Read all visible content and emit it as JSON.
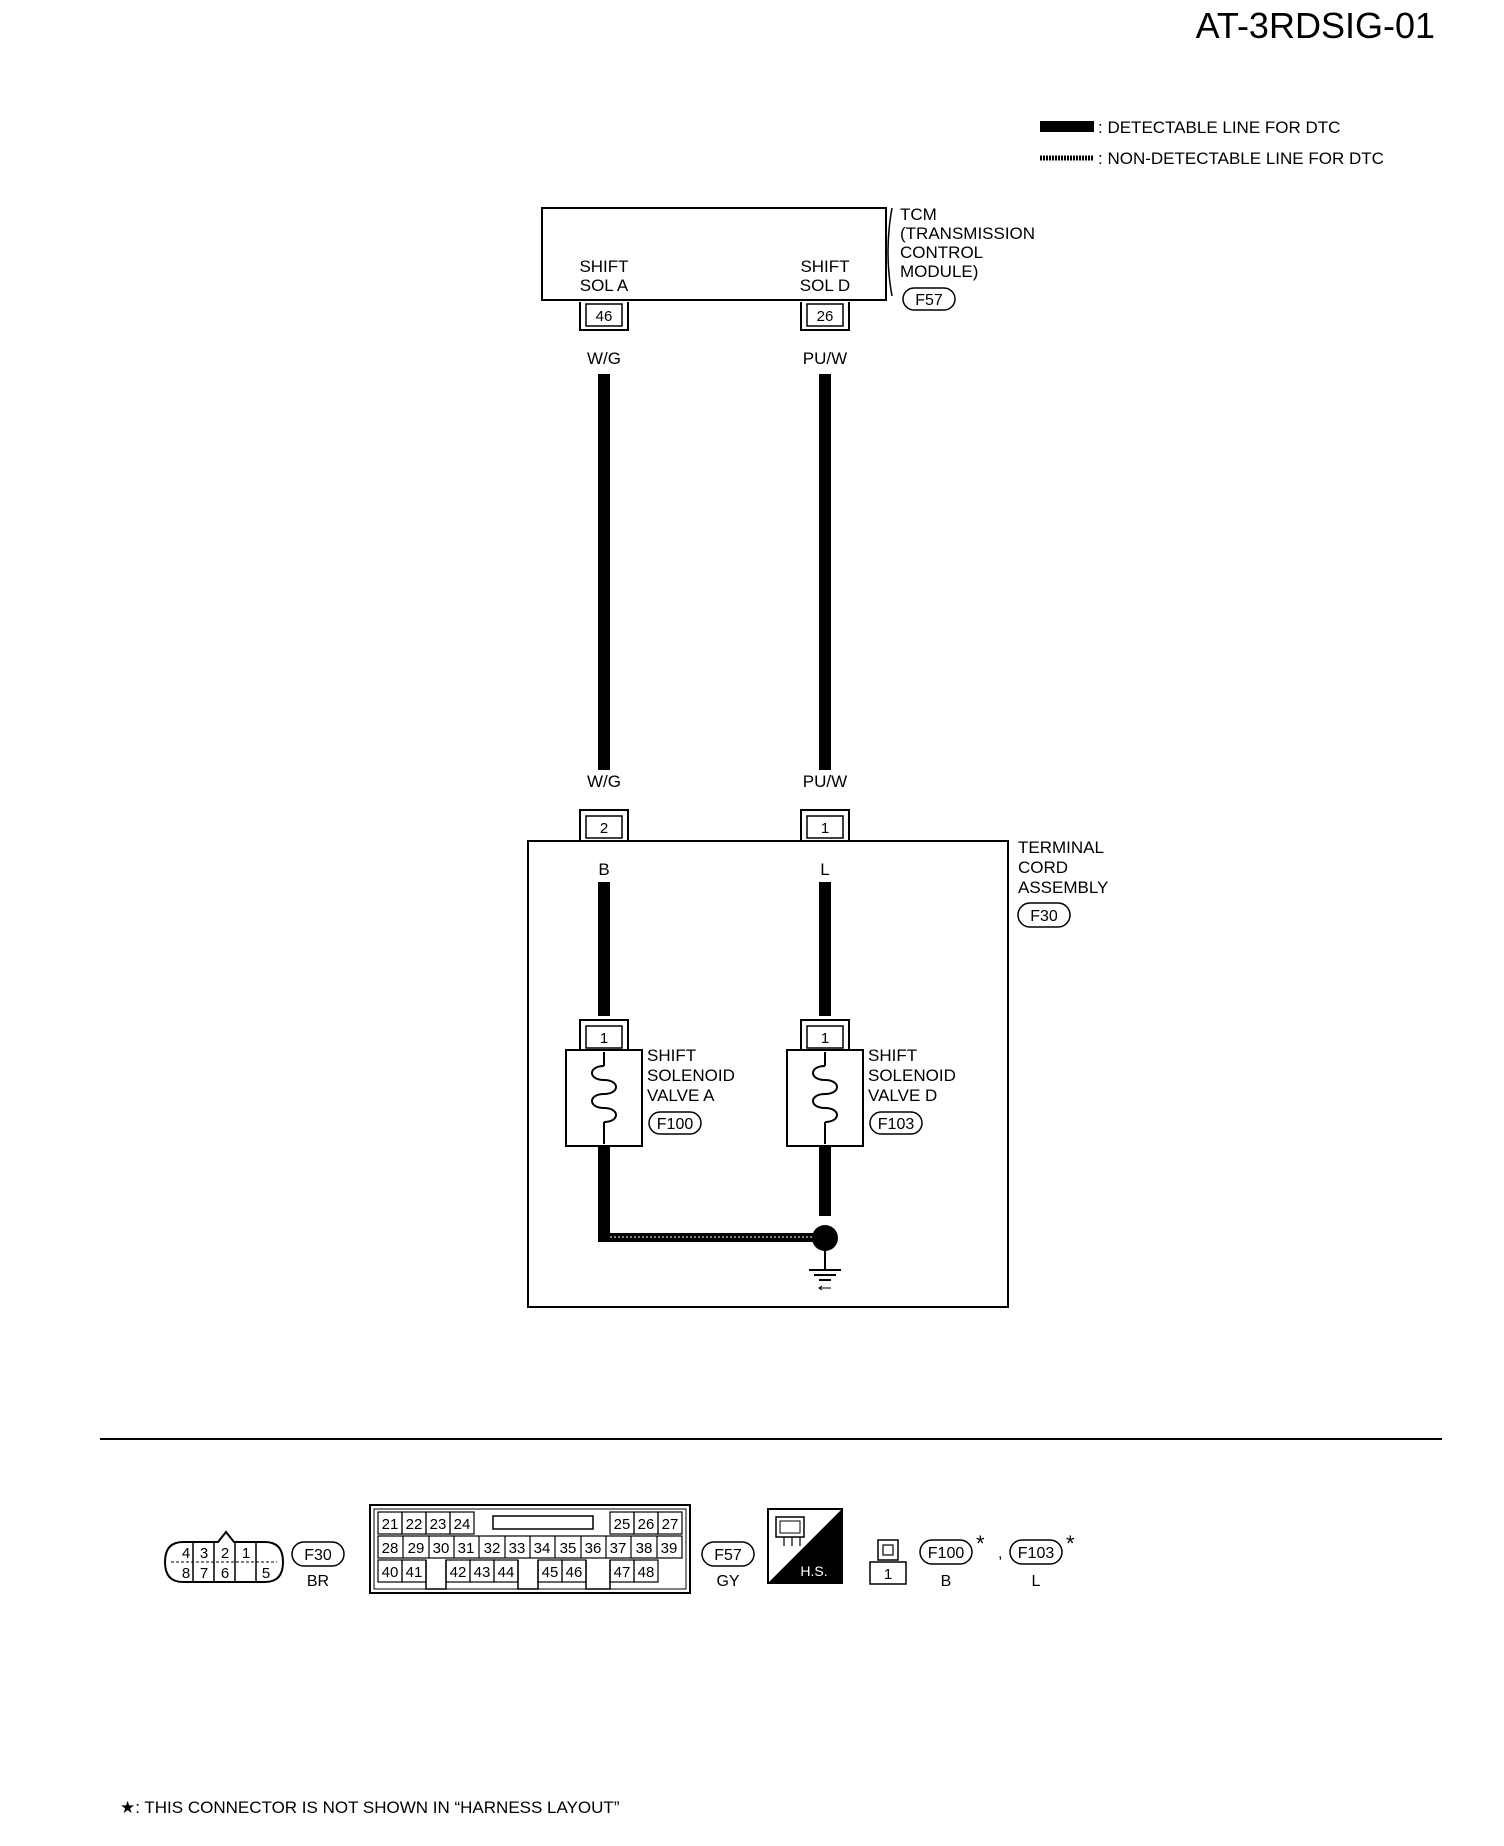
{
  "diagram_id": "AT-3RDSIG-01",
  "legend": {
    "detectable": ": DETECTABLE LINE FOR DTC",
    "non_detectable": ": NON-DETECTABLE LINE FOR DTC"
  },
  "tcm": {
    "name_lines": [
      "TCM",
      "(TRANSMISSION",
      "CONTROL",
      "MODULE)"
    ],
    "connector": "F57",
    "pin_a": {
      "label_lines": [
        "SHIFT",
        "SOL A"
      ],
      "pin": "46",
      "wire": "W/G"
    },
    "pin_d": {
      "label_lines": [
        "SHIFT",
        "SOL D"
      ],
      "pin": "26",
      "wire": "PU/W"
    }
  },
  "terminal_cord": {
    "name_lines": [
      "TERMINAL",
      "CORD",
      "ASSEMBLY"
    ],
    "connector": "F30",
    "pin_a": {
      "wire_in": "W/G",
      "pin": "2",
      "wire_out": "B"
    },
    "pin_d": {
      "wire_in": "PU/W",
      "pin": "1",
      "wire_out": "L"
    }
  },
  "solenoid_a": {
    "name_lines": [
      "SHIFT",
      "SOLENOID",
      "VALVE A"
    ],
    "connector": "F100",
    "pin": "1"
  },
  "solenoid_d": {
    "name_lines": [
      "SHIFT",
      "SOLENOID",
      "VALVE D"
    ],
    "connector": "F103",
    "pin": "1"
  },
  "connectors": {
    "f30": {
      "id": "F30",
      "color": "BR",
      "top_pins": [
        "4",
        "3",
        "2",
        "1"
      ],
      "bottom_pins": [
        "8",
        "7",
        "6",
        "5"
      ]
    },
    "f57": {
      "id": "F57",
      "color": "GY",
      "row1_left": [
        "21",
        "22",
        "23",
        "24"
      ],
      "row1_right": [
        "25",
        "26",
        "27"
      ],
      "row2": [
        "28",
        "29",
        "30",
        "31",
        "32",
        "33",
        "34",
        "35",
        "36",
        "37",
        "38",
        "39"
      ],
      "row3_a": [
        "40",
        "41"
      ],
      "row3_b": [
        "42",
        "43",
        "44"
      ],
      "row3_c": [
        "45",
        "46"
      ],
      "row3_d": [
        "47",
        "48"
      ]
    },
    "hs_label": "H.S.",
    "single_pin": "1",
    "f100": {
      "id": "F100",
      "color": "B",
      "star": "*"
    },
    "separator": ",",
    "f103": {
      "id": "F103",
      "color": "L",
      "star": "*"
    }
  },
  "footnote": "★: THIS CONNECTOR IS NOT SHOWN IN “HARNESS LAYOUT”"
}
